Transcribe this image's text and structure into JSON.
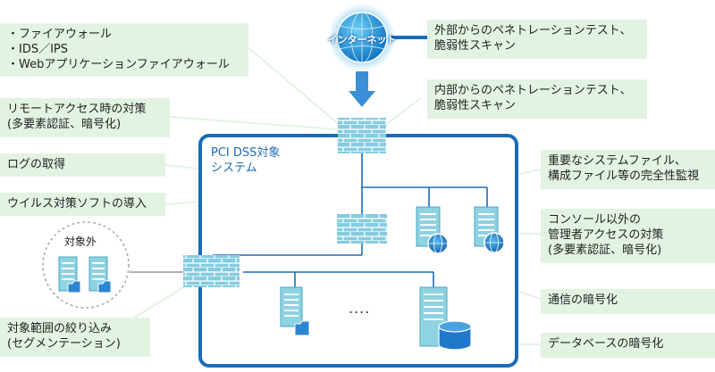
{
  "internet_label": "インターネット",
  "system_label": "PCI DSS対象\nシステム",
  "outside_scope_label": "対象外",
  "ellipsis": "....",
  "left_notes": {
    "firewalls": "・ファイアウォール\n・IDS／IPS\n・Webアプリケーションファイアウォール",
    "remote_access": "リモートアクセス時の対策\n(多要素認証、暗号化)",
    "log": "ログの取得",
    "antivirus": "ウイルス対策ソフトの導入",
    "segmentation": "対象範囲の絞り込み\n(セグメンテーション)"
  },
  "right_notes": {
    "external_pentest": "外部からのペネトレーションテスト、\n脆弱性スキャン",
    "internal_pentest": "内部からのペネトレーションテスト、\n脆弱性スキャン",
    "integrity": "重要なシステムファイル、\n構成ファイル等の完全性監視",
    "admin_access": "コンソール以外の\n管理者アクセスの対策\n(多要素認証、暗号化)",
    "encryption": "通信の暗号化",
    "db_encryption": "データベースの暗号化"
  },
  "colors": {
    "note_bg": "#e3f3e3",
    "system_border": "#1b6cb5",
    "firewall": "#7fc8d8",
    "server": "#8fd2e2",
    "arrow": "#3b8fd6"
  }
}
